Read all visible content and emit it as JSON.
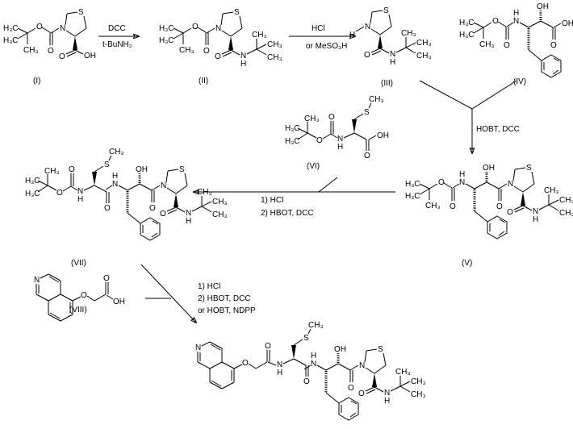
{
  "atoms": {
    "S": "S",
    "N": "N",
    "O": "O",
    "H": "H",
    "OH": "OH",
    "CH3": "CH₃",
    "H3C": "H₃C"
  },
  "compounds": {
    "I": "(I)",
    "II": "(II)",
    "III": "(III)",
    "IV": "(IV)",
    "V": "(V)",
    "VI": "(VI)",
    "VII": "(VII)",
    "VIII": "(VIII)"
  },
  "reactions": {
    "step1": {
      "top": "DCC",
      "bottom": "t-BuNH₂"
    },
    "step2": {
      "top": "HCl",
      "bottom": "or MeSO₃H"
    },
    "step3": {
      "reagents": "HOBT, DCC"
    },
    "step4": {
      "line1": "1) HCl",
      "line2": "2) HBOT, DCC"
    },
    "step5": {
      "line1": "1) HCl",
      "line2": "2) HBOT, DCC",
      "line3": "or HOBT, NDPP"
    }
  }
}
